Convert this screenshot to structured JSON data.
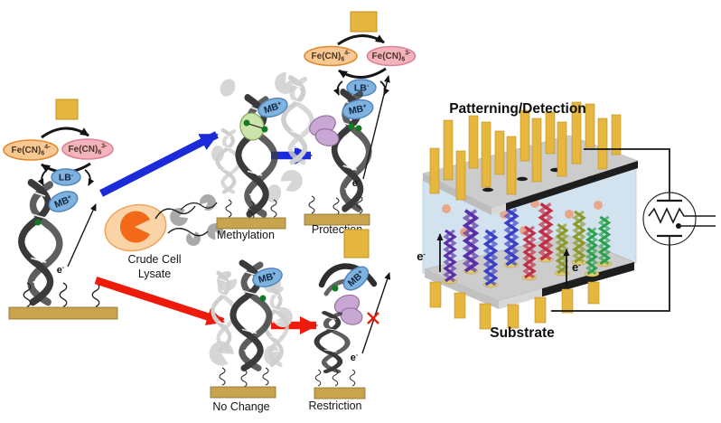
{
  "figure": {
    "title": "Patterning/Detection",
    "substrate": "Substrate"
  },
  "labels": {
    "fe_base": "Fe(CN)",
    "fe_sub": "6",
    "fe4_sup": "4-",
    "fe3_sup": "3-",
    "lb": "LB",
    "mb": "MB",
    "e": "e",
    "sup_minus": "-",
    "sup_plus": "+"
  },
  "captions": {
    "crude_line1": "Crude Cell",
    "crude_line2": "Lysate",
    "methylation": "Methylation",
    "protection": "Protection",
    "no_change": "No Change",
    "restriction": "Restriction"
  },
  "colors": {
    "gold": "#E6B73E",
    "gold_dark": "#C08F1E",
    "bar": "#C9A44E",
    "blue_arrow": "#1C2BD9",
    "red_arrow": "#EE1A0C",
    "oval_blue": "#7EB2DF",
    "oval_blue_stroke": "#4F83BC",
    "fe4": "#F7C892",
    "fe4_stroke": "#E08A30",
    "fe3": "#F2B3BC",
    "fe3_stroke": "#DE8396",
    "enzyme_green": "#CDE3AC",
    "enzyme_green_stroke": "#84A35A",
    "enzyme_purple": "#C8A7D4",
    "enzyme_purple_stroke": "#96709F",
    "methyl": "#117A22",
    "helix_dark": "#3A3A3A",
    "helix_gray": "#CFCFCF",
    "cell_outer": "#FAD4A6",
    "cell_stroke": "#EFA45E",
    "cell_inner": "#F2691A",
    "protein_gray": "#A9A9A9",
    "blob_gray": "#D6D6D6",
    "box_blue": "#C8DCEB",
    "plate_gray": "#CCCCCC",
    "particle": "#E8A78B",
    "dna_purple": "#5B2FA8",
    "dna_blue": "#3B3FC6",
    "dna_red": "#C02F46",
    "dna_olive": "#8A9A2A",
    "dna_green": "#2AA04C"
  }
}
